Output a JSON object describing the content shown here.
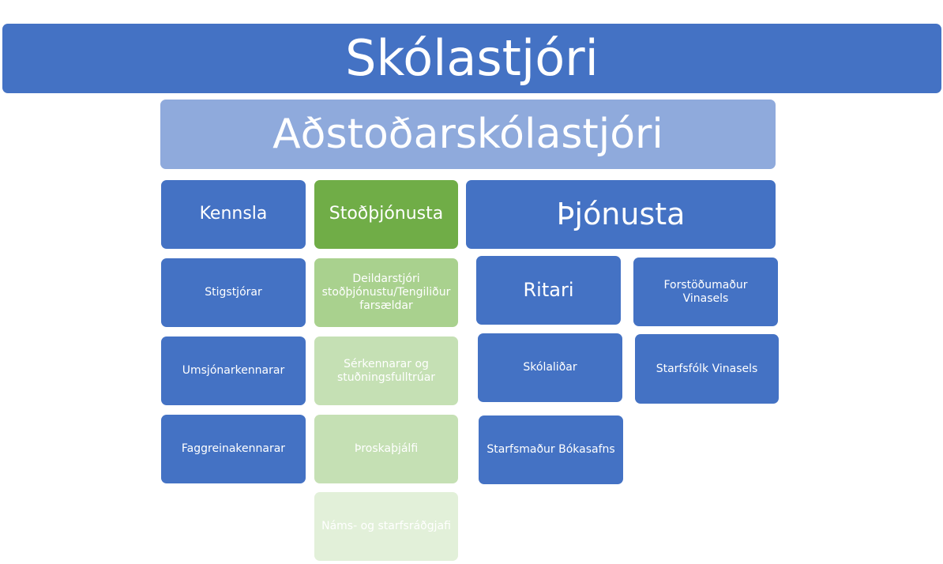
{
  "title": "Skólastjóri",
  "deputy": "Aðstoðarskólastjóri",
  "columns": {
    "kennsla": {
      "label": "Kennsla",
      "items": [
        "Stigstjórar",
        "Umsjónarkennarar",
        "Faggreinakennarar"
      ]
    },
    "stodthjonusta": {
      "label": "Stoðþjónusta",
      "items": [
        "Deildarstjóri stoðþjónustu/Tengiliður farsældar",
        "Sérkennarar og stuðningsfulltrúar",
        "Þroskaþjálfi",
        "Náms- og starfsráðgjafi"
      ]
    },
    "thjonusta": {
      "label": "Þjónusta",
      "items": [
        "Ritari",
        "Skólaliðar",
        "Starfsmaður Bókasafns",
        "Forstöðumaður Vinasels",
        "Starfsfólk Vinasels"
      ]
    }
  },
  "colors": {
    "blue": "#4472c4",
    "light_blue": "#8faadc",
    "green_dark": "#70ad47",
    "green_fades": [
      "#a9d18e",
      "#c5e0b4",
      "#c5e0b4",
      "#e2f0d9"
    ]
  }
}
